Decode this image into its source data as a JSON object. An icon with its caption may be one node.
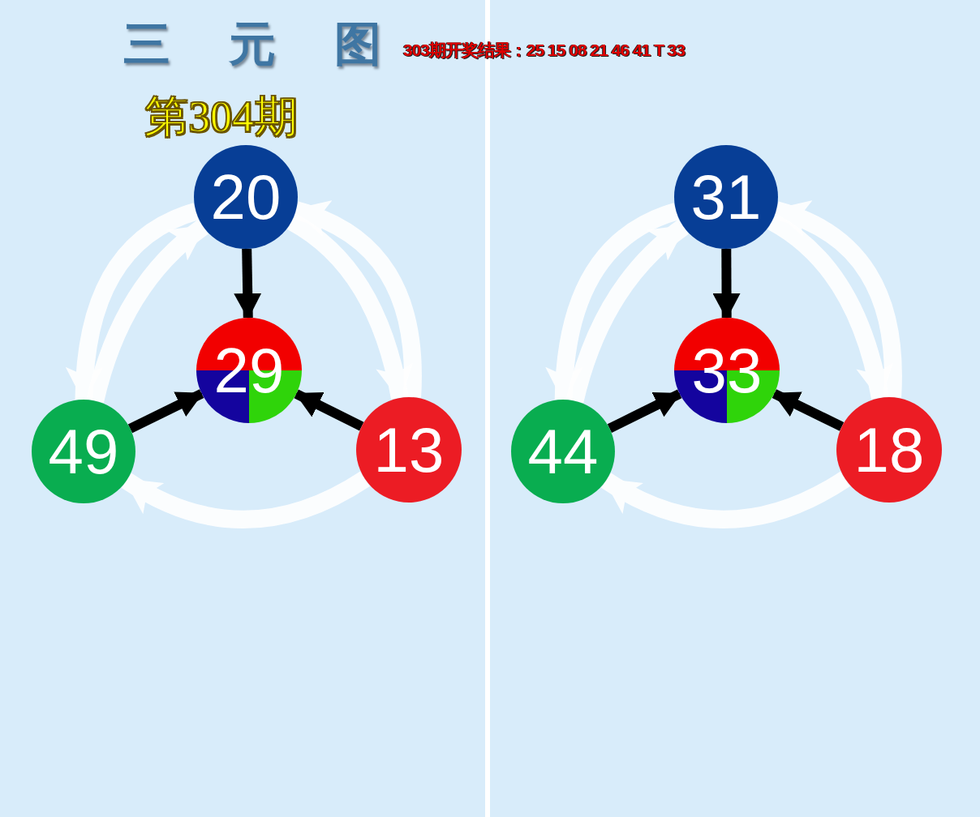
{
  "diagram": {
    "title": "三元图",
    "nodes": [
      {
        "text": [
          "20"
        ]
      },
      {
        "text": [
          "29"
        ]
      },
      {
        "text": [
          "49"
        ]
      },
      {
        "text": [
          "13"
        ]
      },
      {
        "text": [
          "31"
        ]
      },
      {
        "text": [
          "33"
        ]
      },
      {
        "text": [
          "44"
        ]
      },
      {
        "text": [
          "18"
        ]
      }
    ],
    "edges": [
      {
        "from": 0,
        "to": 1,
        "arrow": "to",
        "color": "#000000"
      },
      {
        "from": 2,
        "to": 1,
        "arrow": "to",
        "color": "#000000"
      },
      {
        "from": 3,
        "to": 1,
        "arrow": "to",
        "color": "#000000"
      },
      {
        "from": 0,
        "to": 2,
        "arrow": "to"
      },
      {
        "from": 3,
        "to": 0,
        "arrow": "to"
      },
      {
        "from": 3,
        "to": 2,
        "arrow": "to"
      },
      {
        "from": 2,
        "to": 0,
        "arrow": "to"
      },
      {
        "from": 0,
        "to": 3,
        "arrow": "to"
      },
      {
        "from": 4,
        "to": 5,
        "arrow": "to",
        "color": "#000000"
      },
      {
        "from": 6,
        "to": 5,
        "arrow": "to",
        "color": "#000000"
      },
      {
        "from": 7,
        "to": 5,
        "arrow": "to",
        "color": "#000000"
      },
      {
        "from": 4,
        "to": 6,
        "arrow": "to"
      },
      {
        "from": 7,
        "to": 4,
        "arrow": "to"
      },
      {
        "from": 7,
        "to": 6,
        "arrow": "to"
      },
      {
        "from": 6,
        "to": 4,
        "arrow": "to"
      },
      {
        "from": 4,
        "to": 7,
        "arrow": "to"
      }
    ],
    "labels": [
      "303期开奖结果：25 15 08 21 46 41 T 33",
      "第304期"
    ]
  }
}
